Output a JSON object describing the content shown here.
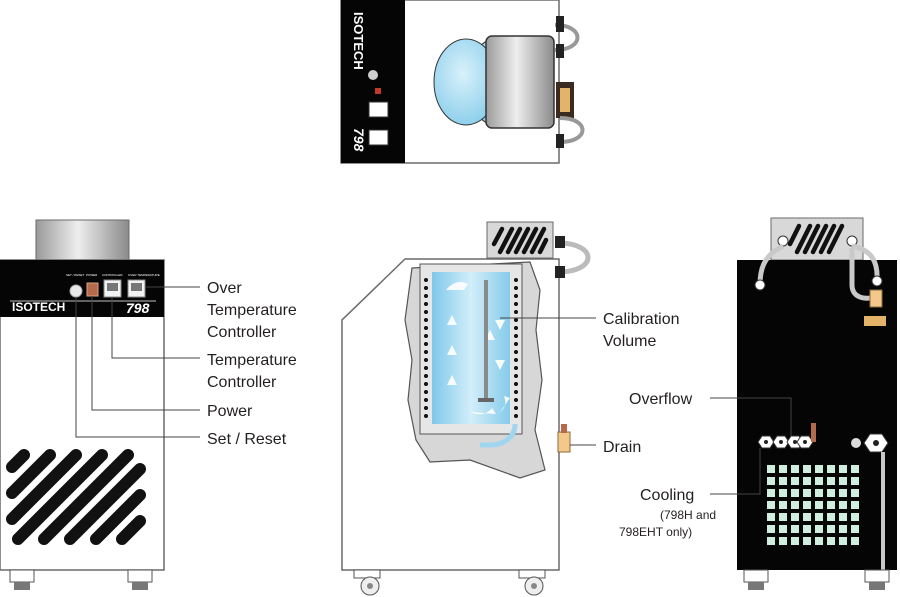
{
  "brand": {
    "logo": "ISOTECH",
    "model": "798",
    "panel_small_labels": [
      "SET / RESET",
      "POWER",
      "CONTROLLER",
      "OVER TEMPERATURE"
    ]
  },
  "labels": {
    "over_temperature_controller": [
      "Over",
      "Temperature",
      "Controller"
    ],
    "temperature_controller": [
      "Temperature",
      "Controller"
    ],
    "power": "Power",
    "set_reset": "Set / Reset",
    "calibration_volume": [
      "Calibration",
      "Volume"
    ],
    "drain": "Drain",
    "overflow": "Overflow",
    "cooling": "Cooling",
    "cooling_note": [
      "(798H and",
      "798EHT only)"
    ]
  },
  "colors": {
    "panel_black": "#050505",
    "body_white": "#ffffff",
    "outline": "#5a5a5a",
    "fan_grey": "#d9d9d9",
    "bath_blue": "#a8dcef",
    "liquid_blue": "#9fd5ee",
    "cooling_grid": "#cfeee0",
    "drain_valve": "#f4c88a",
    "power_switch": "#b56a4c"
  }
}
